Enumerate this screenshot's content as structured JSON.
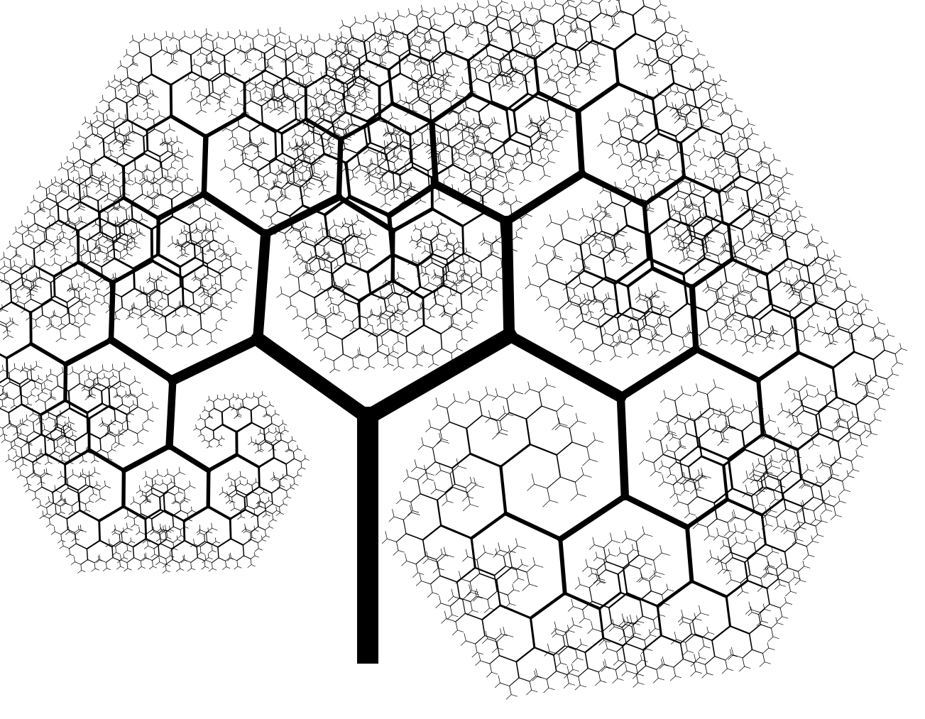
{
  "figure": {
    "subject": "fractal tree",
    "background_color": "#ffffff",
    "stroke_color": "#000000",
    "recursion_depth": 12,
    "branches_per_node": 2
  }
}
